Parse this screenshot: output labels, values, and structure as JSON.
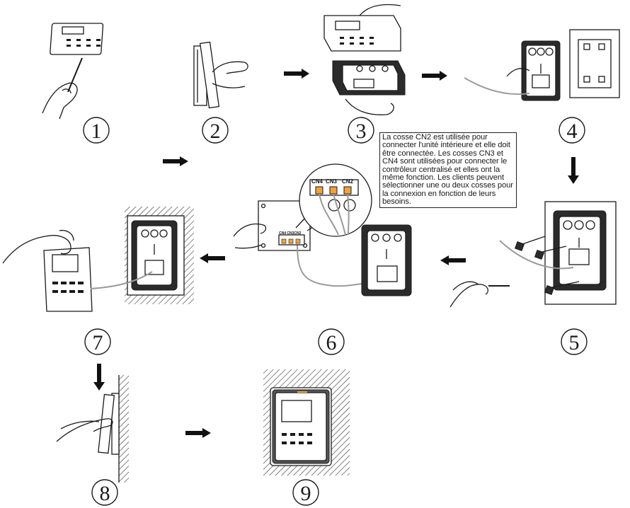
{
  "steps": [
    {
      "number": "1"
    },
    {
      "number": "2"
    },
    {
      "number": "3"
    },
    {
      "number": "4"
    },
    {
      "number": "5"
    },
    {
      "number": "6"
    },
    {
      "number": "7"
    },
    {
      "number": "8"
    },
    {
      "number": "9"
    }
  ],
  "terminals": {
    "cn4": "CN4",
    "cn3": "CN3",
    "cn2": "CN2",
    "small": "CN4 CN3CN2"
  },
  "note": "La cosse CN2 est utilisée pour connecter l'unité intérieure et elle doit être connectée.  Les cosses CN3 et CN4 sont utilisées pour connecter le contrôleur centralisé et elles ont la même fonction. Les clients peuvent sélectionner une ou deux cosses pour la connexion en fonction de leurs besoins."
}
